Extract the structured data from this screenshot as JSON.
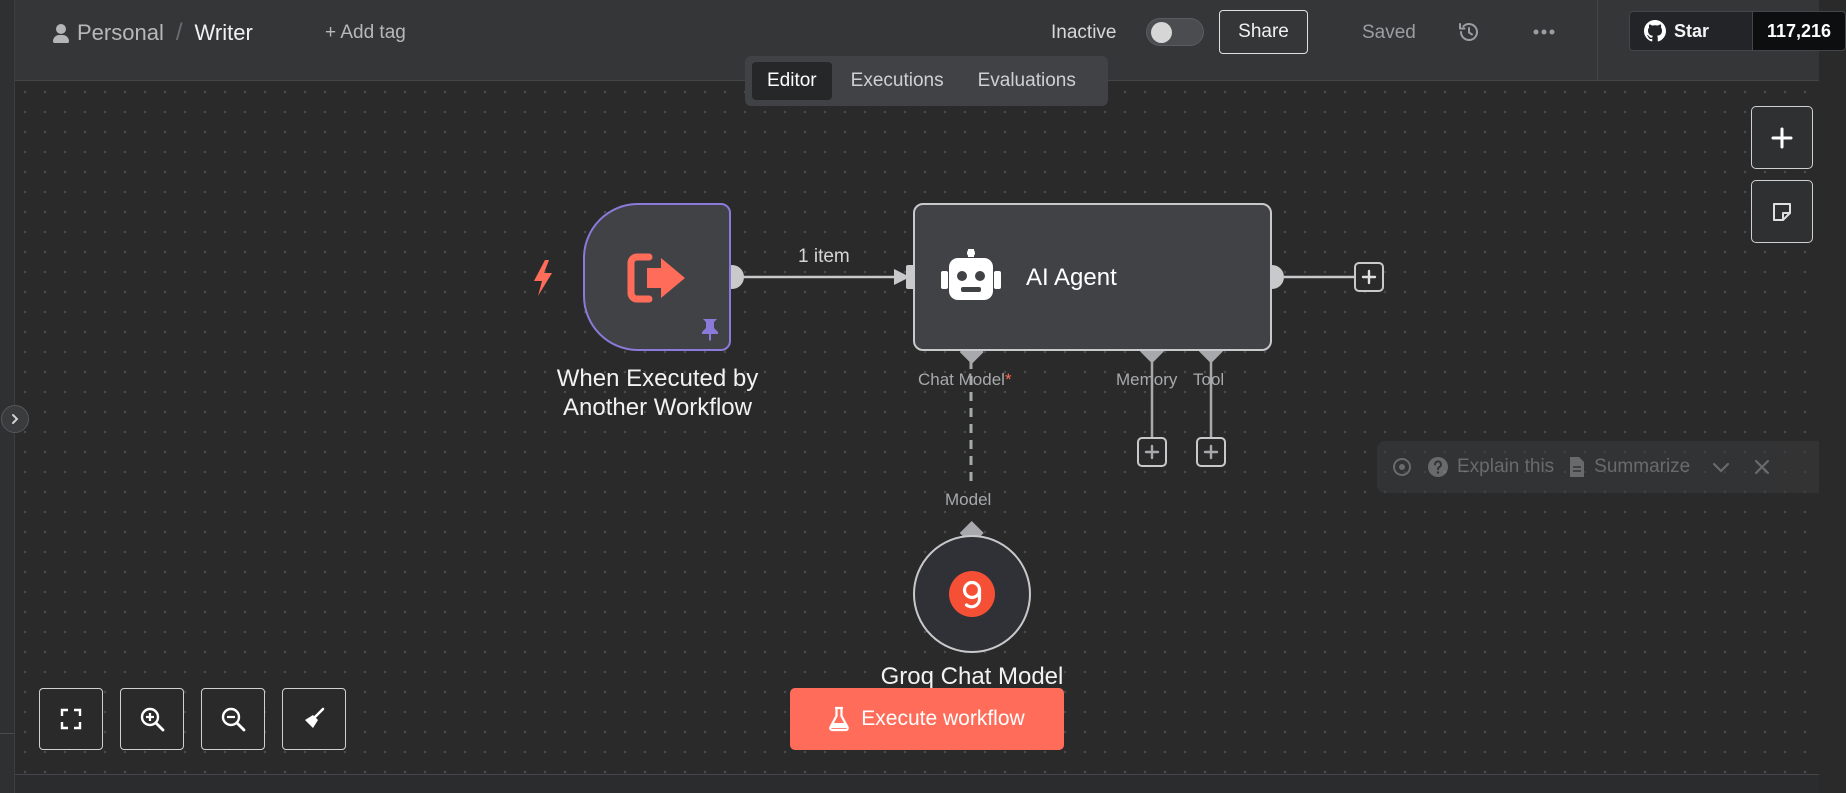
{
  "breadcrumb": {
    "personal": "Personal",
    "separator": "/",
    "workflow_name": "Writer"
  },
  "header": {
    "add_tag": "+ Add tag",
    "status_label": "Inactive",
    "share_label": "Share",
    "saved_label": "Saved",
    "github_star_label": "Star",
    "github_star_count": "117,216"
  },
  "tabs": [
    {
      "label": "Editor",
      "active": true
    },
    {
      "label": "Executions",
      "active": false
    },
    {
      "label": "Evaluations",
      "active": false
    }
  ],
  "nodes": {
    "trigger": {
      "label_line1": "When Executed by",
      "label_line2": "Another Workflow",
      "icon": "sign-out-arrow-icon",
      "pinned": true
    },
    "agent": {
      "title": "AI Agent",
      "icon": "robot-icon"
    },
    "groq": {
      "label": "Groq Chat Model",
      "icon": "groq-logo-icon"
    }
  },
  "edges": {
    "main_label": "1 item"
  },
  "ports": {
    "chat_model": "Chat Model",
    "chat_model_required": "*",
    "memory": "Memory",
    "tool": "Tool",
    "model": "Model"
  },
  "ai_assistant": {
    "explain": "Explain this",
    "summarize": "Summarize"
  },
  "toolbar": {
    "execute_label": "Execute workflow"
  },
  "colors": {
    "accent": "#ff6d5a",
    "trigger_border": "#8b7ad9",
    "canvas_bg": "#2a2a2a"
  }
}
